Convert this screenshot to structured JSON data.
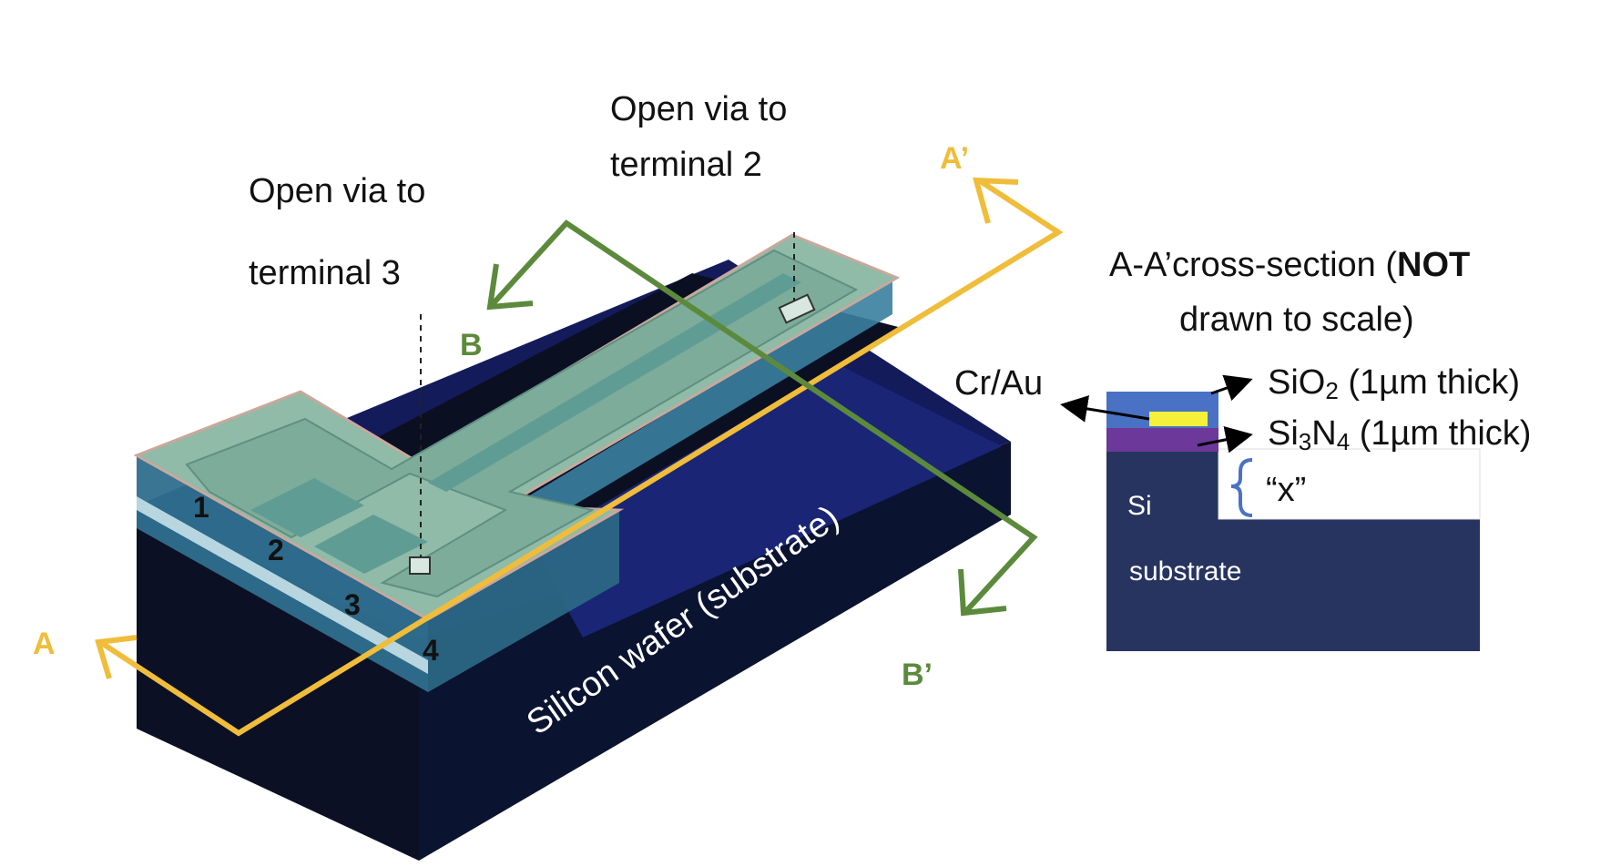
{
  "labels": {
    "via_t2_line1": "Open via to",
    "via_t2_line2": "terminal 2",
    "via_t3_line1": "Open via to",
    "via_t3_line2": "terminal 3",
    "section_a": "A",
    "section_a_prime": "A’",
    "section_b": "B",
    "section_b_prime": "B’",
    "wafer": "Silicon wafer (substrate)",
    "terminals": [
      "1",
      "2",
      "3",
      "4"
    ]
  },
  "cross_section": {
    "title_line1_prefix": "A-A’cross-section (",
    "title_line1_bold": "NOT",
    "title_line2": "drawn to scale)",
    "cr_au": "Cr/Au",
    "sio2_prefix": "SiO",
    "sio2_sub": "2",
    "sio2_suffix": " (1µm thick)",
    "si3n4_a": "Si",
    "si3n4_sub1": "3",
    "si3n4_b": "N",
    "si3n4_sub2": "4",
    "si3n4_suffix": " (1µm thick)",
    "x_label": "“x”",
    "si_label": "Si",
    "substrate_label": "substrate"
  },
  "colors": {
    "section_aa": "#f0bd3a",
    "section_bb": "#5c8a3c",
    "substrate": "#26345f",
    "sio2": "#4a72c4",
    "si3n4": "#6c3899",
    "cr_au": "#f5f03a"
  }
}
